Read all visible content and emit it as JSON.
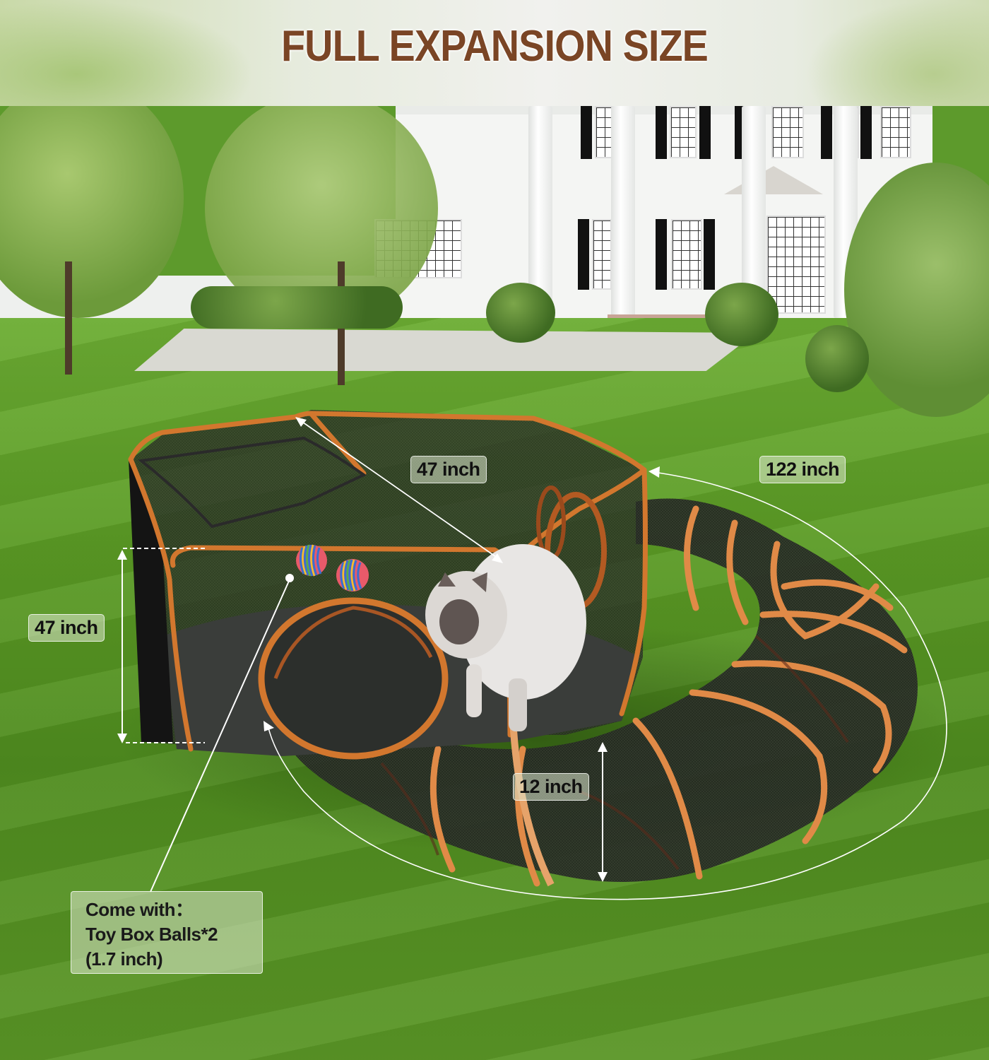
{
  "title": "FULL EXPANSION SIZE",
  "product": {
    "description": "Outdoor pop-up cat playpen with attached mesh tunnel on a lawn",
    "colors": {
      "title_text": "#7a4525",
      "frame_trim": "#d2772e",
      "mesh": "#1c1f1a",
      "lawn": "#5b9b25",
      "label_bg": "rgba(220,232,205,0.55)"
    }
  },
  "dimensions": {
    "width_label": "47 inch",
    "height_label": "47 inch",
    "tunnel_length_label": "122 inch",
    "tunnel_diameter_label": "12 inch"
  },
  "accessories": {
    "line1": "Come with：",
    "line2": "Toy Box Balls*2",
    "line3": "(1.7 inch)"
  }
}
